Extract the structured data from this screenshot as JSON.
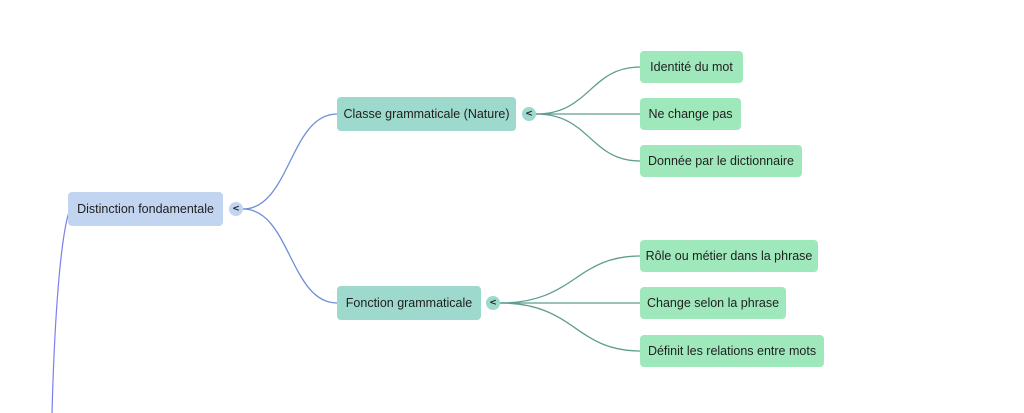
{
  "mindmap": {
    "root": {
      "label": "Distinction fondamentale",
      "toggle": "<"
    },
    "branches": [
      {
        "label": "Classe grammaticale (Nature)",
        "toggle": "<",
        "children": [
          "Identité du mot",
          "Ne change pas",
          "Donnée par le dictionnaire"
        ]
      },
      {
        "label": "Fonction grammaticale",
        "toggle": "<",
        "children": [
          "Rôle ou métier dans la phrase",
          "Change selon la phrase",
          "Définit les relations entre mots"
        ]
      }
    ]
  },
  "colors": {
    "root_node": "#c2d5f0",
    "branch_node": "#9dd9cc",
    "leaf_node": "#9fe8bb",
    "root_link": "#6f8fd6",
    "branch_link": "#5f9e8f",
    "trunk_line": "#7b7ef0"
  }
}
